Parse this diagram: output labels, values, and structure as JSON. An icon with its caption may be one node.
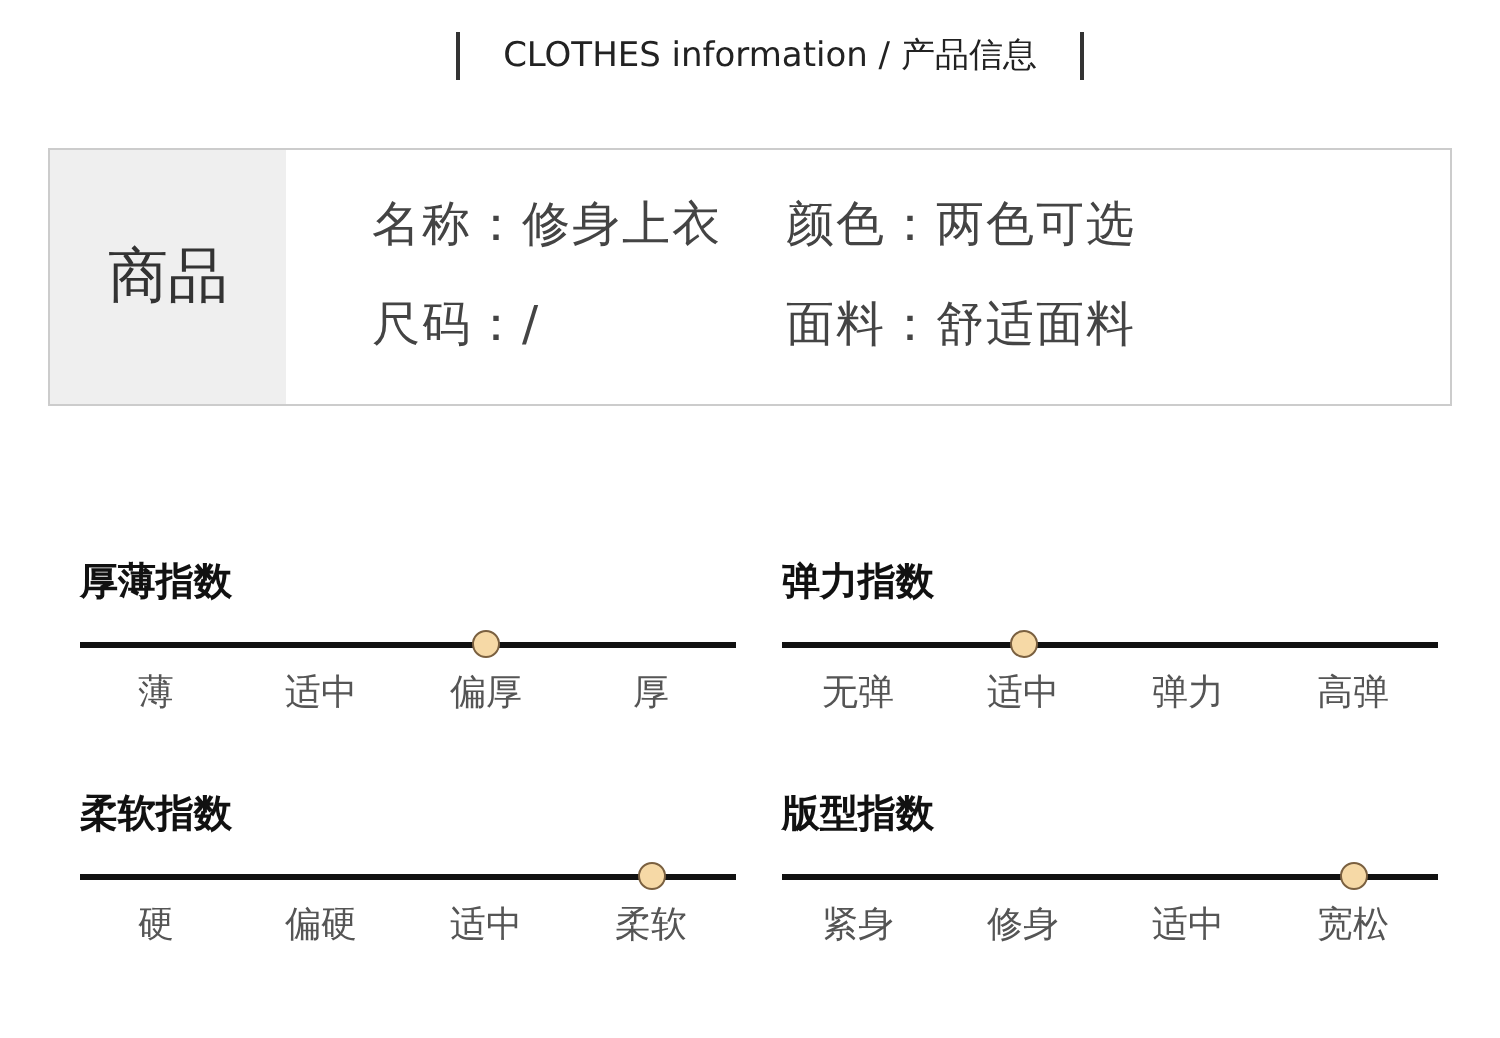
{
  "diagram": {
    "title": "CLOTHES information / 产品信息",
    "nodes": [
      {
        "text": [
          "商品"
        ]
      },
      {
        "text": [
          "厚薄指数"
        ],
        "beside": [
          "薄",
          "适中",
          "偏厚",
          "厚"
        ]
      },
      {
        "text": [
          "弹力指数"
        ],
        "beside": [
          "无弹",
          "适中",
          "弹力",
          "高弹"
        ]
      },
      {
        "text": [
          "柔软指数"
        ],
        "beside": [
          "硬",
          "偏硬",
          "适中",
          "柔软"
        ]
      },
      {
        "text": [
          "版型指数"
        ],
        "beside": [
          "紧身",
          "修身",
          "适中",
          "宽松"
        ]
      },
      {
        "text": [],
        "shape": "circle"
      },
      {
        "text": [],
        "shape": "circle"
      },
      {
        "text": [],
        "shape": "circle"
      },
      {
        "text": [],
        "shape": "circle"
      }
    ],
    "labels": [
      "名称：修身上衣",
      "颜色：两色可选",
      "尺码：/",
      "面料：舒适面料"
    ]
  }
}
